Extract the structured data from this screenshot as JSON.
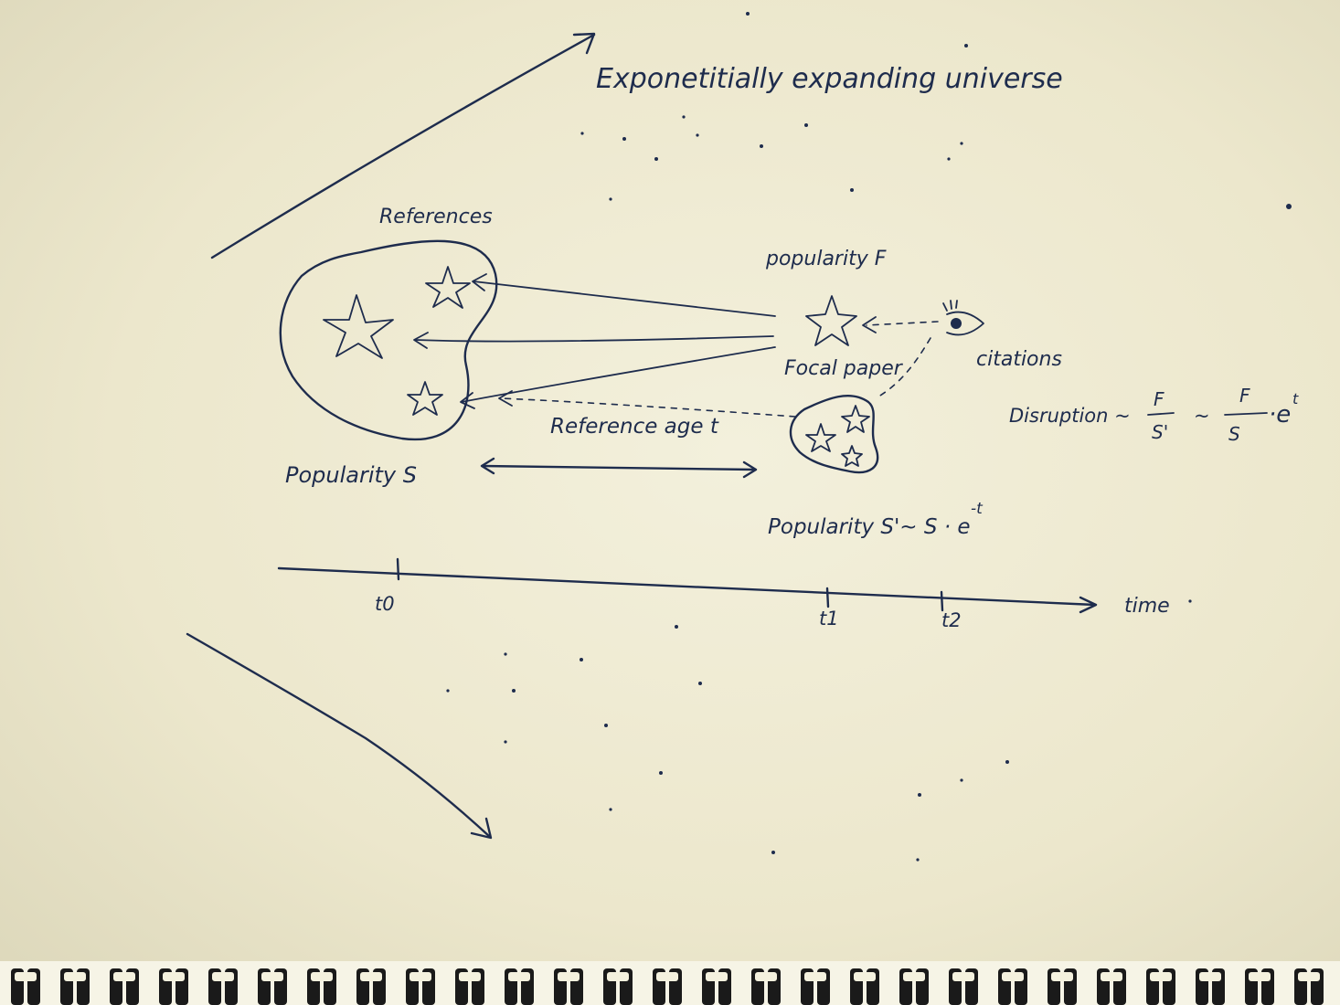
{
  "title": "Exponetitially expanding universe",
  "labels": {
    "references": "References",
    "popularity_f": "popularity F",
    "citations": "citations",
    "focal_paper": "Focal paper",
    "popularity_s": "Popularity S",
    "reference_age": "Reference age t",
    "popularity_s_prime": "Popularity S'~ S · e",
    "popularity_s_prime_exp": "-t"
  },
  "formula": {
    "lead": "Disruption ~",
    "frac1_num": "F",
    "frac1_den": "S'",
    "tilde": "~",
    "frac2_num": "F",
    "frac2_den": "S",
    "tail": "·e",
    "tail_exp": "t"
  },
  "timeline": {
    "ticks": [
      "t0",
      "t1",
      "t2"
    ],
    "axis_label": "time"
  },
  "colors": {
    "ink": "#1e2c4d",
    "paper": "#eeead2"
  }
}
